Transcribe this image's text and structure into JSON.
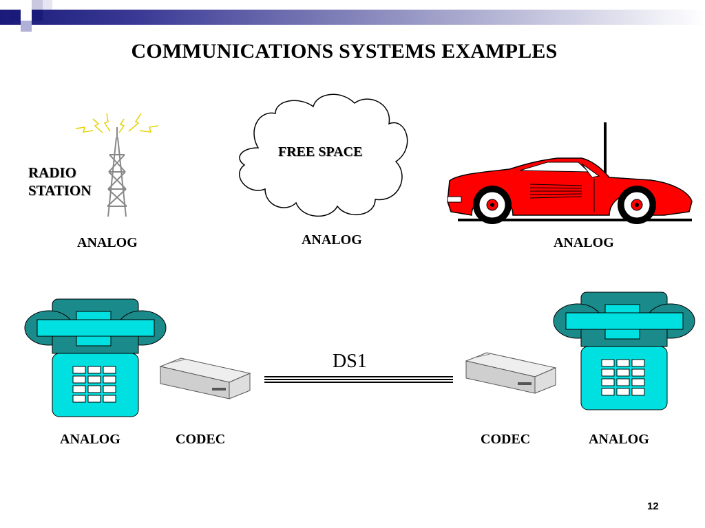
{
  "slide": {
    "title": "COMMUNICATIONS SYSTEMS EXAMPLES",
    "page_number": "12"
  },
  "top_row": {
    "radio_station": {
      "label_line1": "RADIO",
      "label_line2": "STATION",
      "caption": "ANALOG",
      "icon": "radio-tower-icon"
    },
    "free_space": {
      "label": "FREE SPACE",
      "caption": "ANALOG",
      "icon": "cloud-icon"
    },
    "car": {
      "caption": "ANALOG",
      "icon": "car-icon"
    }
  },
  "bottom_row": {
    "left_phone": {
      "caption": "ANALOG",
      "icon": "telephone-icon"
    },
    "left_codec": {
      "caption": "CODEC",
      "icon": "codec-device-icon"
    },
    "link": {
      "label": "DS1"
    },
    "right_codec": {
      "caption": "CODEC",
      "icon": "codec-device-icon"
    },
    "right_phone": {
      "caption": "ANALOG",
      "icon": "telephone-icon"
    }
  },
  "colors": {
    "phone_teal": "#00e0e0",
    "phone_dark": "#1a8a8a",
    "car_red": "#ff0000",
    "header_blue": "#1a1a7a"
  }
}
